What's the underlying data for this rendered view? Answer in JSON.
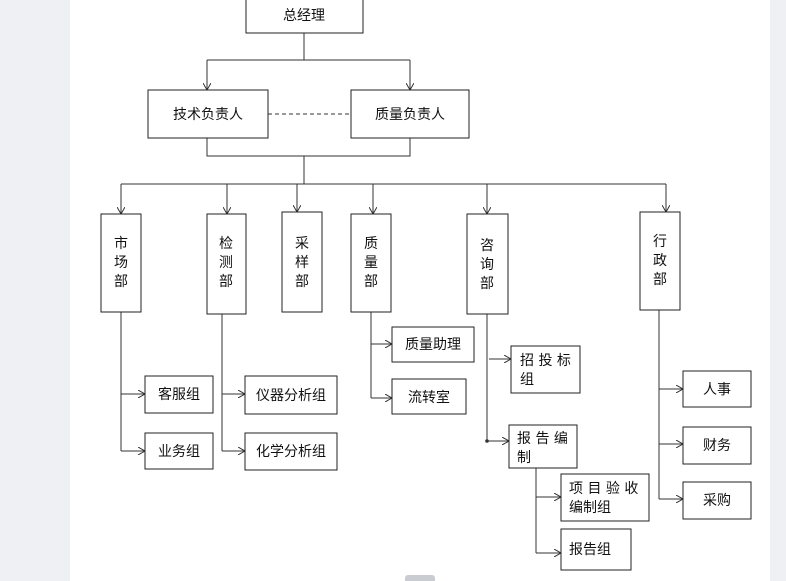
{
  "org_chart": {
    "general_manager": "总经理",
    "tech_lead": "技术负责人",
    "quality_lead": "质量负责人",
    "departments": {
      "market": "市\n场\n部",
      "testing": "检\n测\n部",
      "sampling": "采\n样\n部",
      "quality": "质\n量\n部",
      "consulting": "咨\n询\n部",
      "admin": "行\n政\n部"
    },
    "market_groups": [
      "客服组",
      "业务组"
    ],
    "testing_groups": [
      "仪器分析组",
      "化学分析组"
    ],
    "quality_groups": [
      "质量助理",
      "流转室"
    ],
    "consulting_groups": {
      "bidding": "招 投 标\n组",
      "report": "报 告 编\n制"
    },
    "report_subgroups": {
      "acceptance": "项 目 验 收\n编制组",
      "report_group": "报告组"
    },
    "admin_groups": [
      "人事",
      "财务",
      "采购"
    ]
  }
}
